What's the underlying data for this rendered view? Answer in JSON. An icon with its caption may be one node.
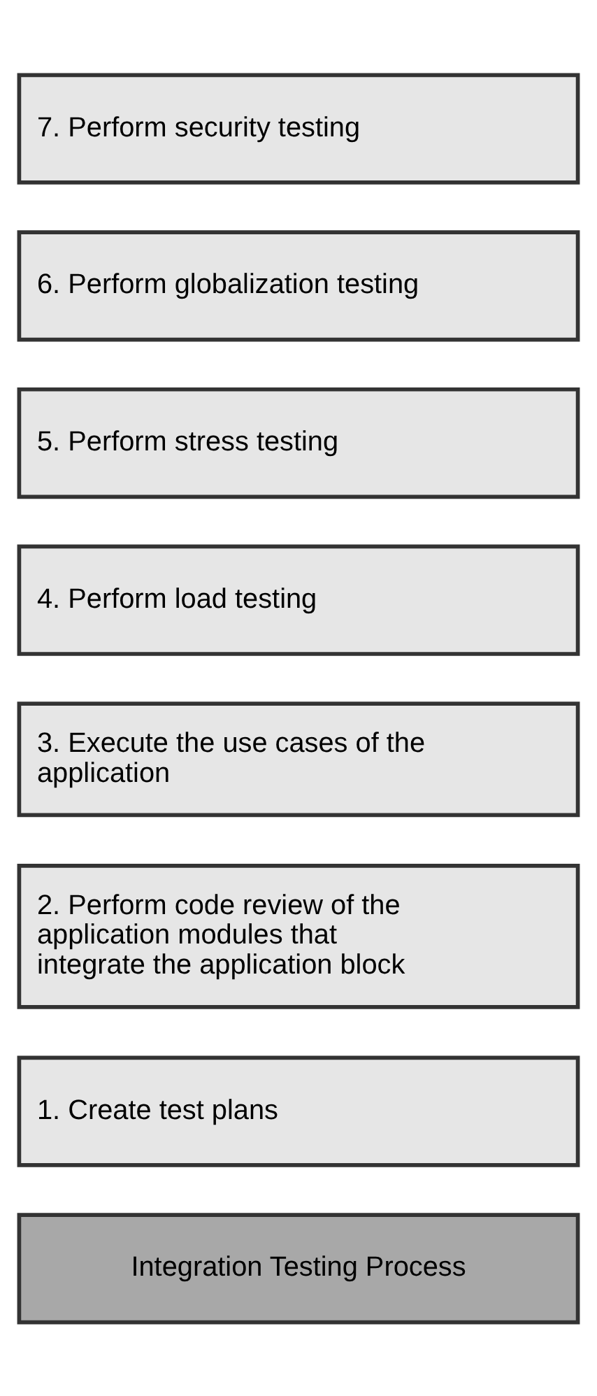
{
  "diagram": {
    "nodes": [
      {
        "text": [
          "Integration Testing Process"
        ]
      },
      {
        "text": [
          "1. Create test plans"
        ]
      },
      {
        "text": [
          "2. Perform code review of the application modules that integrate the application block"
        ]
      },
      {
        "text": [
          "3. Execute the use cases of the application"
        ]
      },
      {
        "text": [
          "4. Perform load testing"
        ]
      },
      {
        "text": [
          "5. Perform stress testing"
        ]
      },
      {
        "text": [
          "6. Perform globalization testing"
        ]
      },
      {
        "text": [
          "7. Perform security testing"
        ]
      }
    ]
  }
}
